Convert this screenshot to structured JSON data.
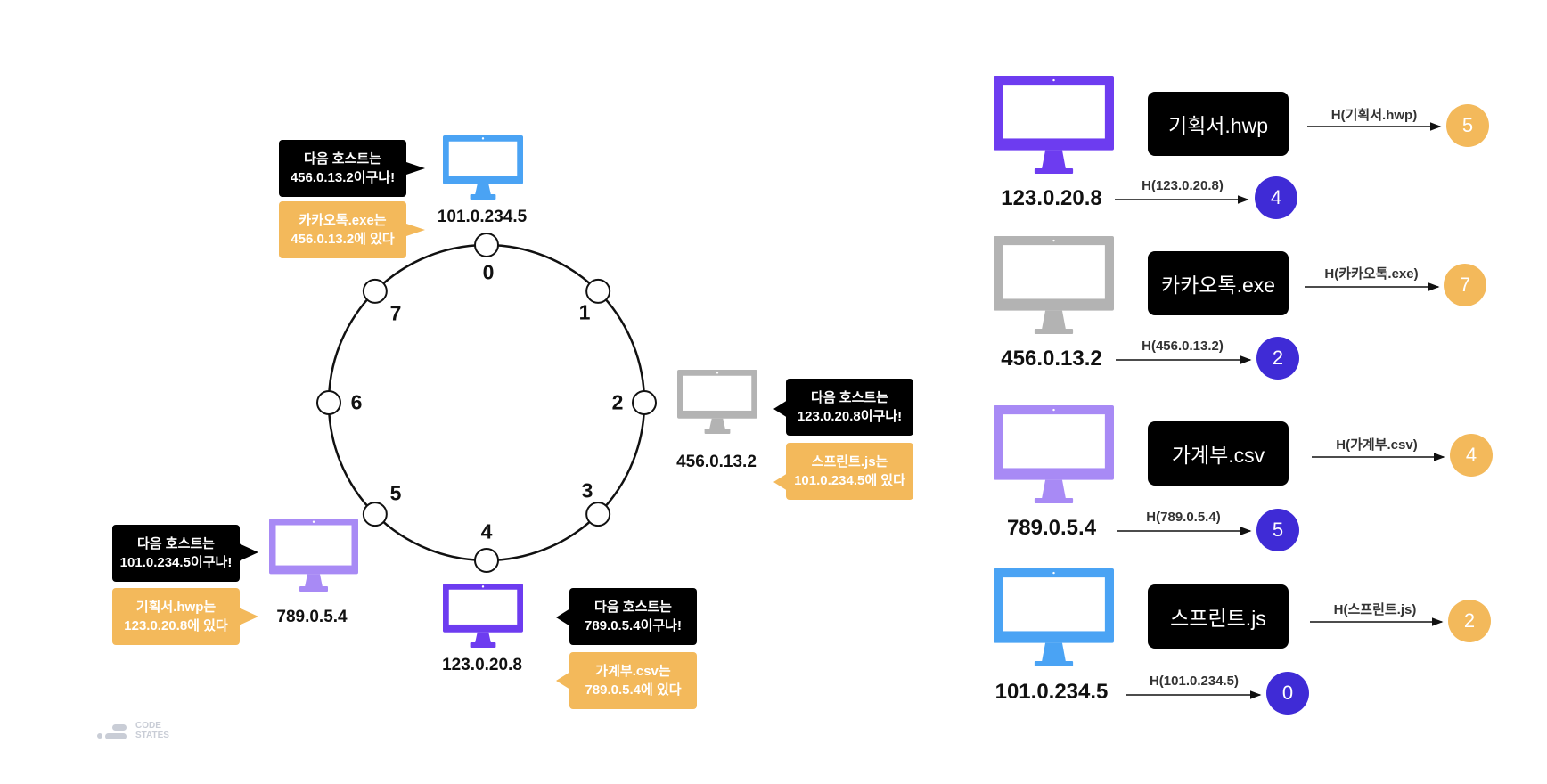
{
  "ring": {
    "positions": [
      "0",
      "1",
      "2",
      "3",
      "4",
      "5",
      "6",
      "7"
    ]
  },
  "hosts": [
    {
      "ip": "101.0.234.5",
      "color": "#4aa3f4",
      "next_host_lines": [
        "다음 호스트는",
        "456.0.13.2이구나!"
      ],
      "file_lines": [
        "카카오톡.exe는",
        "456.0.13.2에 있다"
      ]
    },
    {
      "ip": "456.0.13.2",
      "color": "#b3b3b3",
      "next_host_lines": [
        "다음 호스트는",
        "123.0.20.8이구나!"
      ],
      "file_lines": [
        "스프린트.js는",
        "101.0.234.5에 있다"
      ]
    },
    {
      "ip": "123.0.20.8",
      "color": "#6d3cf0",
      "next_host_lines": [
        "다음 호스트는",
        "789.0.5.4이구나!"
      ],
      "file_lines": [
        "가계부.csv는",
        "789.0.5.4에 있다"
      ]
    },
    {
      "ip": "789.0.5.4",
      "color": "#a88af5",
      "next_host_lines": [
        "다음 호스트는",
        "101.0.234.5이구나!"
      ],
      "file_lines": [
        "기획서.hwp는",
        "123.0.20.8에 있다"
      ]
    }
  ],
  "table": [
    {
      "file": "기획서.hwp",
      "file_hash_label": "H(기획서.hwp)",
      "file_hash": "5",
      "ip": "123.0.20.8",
      "ip_hash_label": "H(123.0.20.8)",
      "ip_hash": "4",
      "color": "#6d3cf0"
    },
    {
      "file": "카카오톡.exe",
      "file_hash_label": "H(카카오톡.exe)",
      "file_hash": "7",
      "ip": "456.0.13.2",
      "ip_hash_label": "H(456.0.13.2)",
      "ip_hash": "2",
      "color": "#b3b3b3"
    },
    {
      "file": "가계부.csv",
      "file_hash_label": "H(가계부.csv)",
      "file_hash": "4",
      "ip": "789.0.5.4",
      "ip_hash_label": "H(789.0.5.4)",
      "ip_hash": "5",
      "color": "#a88af5"
    },
    {
      "file": "스프린트.js",
      "file_hash_label": "H(스프린트.js)",
      "file_hash": "2",
      "ip": "101.0.234.5",
      "ip_hash_label": "H(101.0.234.5)",
      "ip_hash": "0",
      "color": "#4aa3f4"
    }
  ],
  "logo": {
    "line1": "CODE",
    "line2": "STATES"
  },
  "colors": {
    "orange": "#f3b95b",
    "purple_badge": "#3f2bd6",
    "black": "#000000"
  }
}
